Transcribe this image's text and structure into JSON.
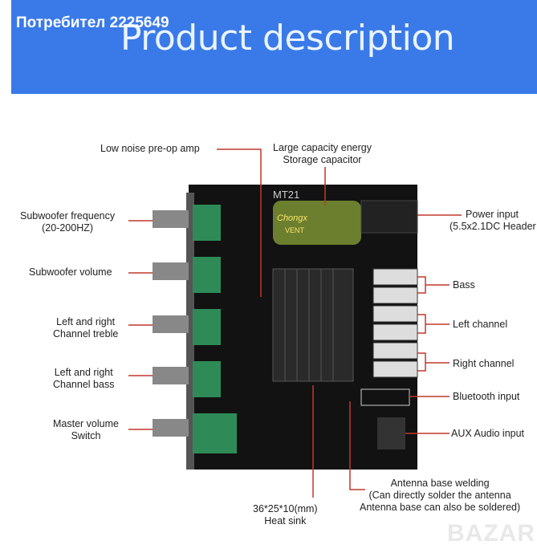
{
  "header": {
    "user": "Потребител 2225649",
    "title": "Product description"
  },
  "labels": {
    "preamp": "Low noise pre-op amp",
    "capacitor": [
      "Large capacity energy",
      "Storage capacitor"
    ],
    "power": [
      "Power input",
      "(5.5x2.1DC Header"
    ],
    "sub_freq": [
      "Subwoofer frequency",
      "(20-200HZ)"
    ],
    "sub_vol": "Subwoofer volume",
    "treble": [
      "Left and right",
      "Channel treble"
    ],
    "bass_knob": [
      "Left and right",
      "Channel bass"
    ],
    "master": [
      "Master volume",
      "Switch"
    ],
    "bass": "Bass",
    "left": "Left channel",
    "right": "Right channel",
    "bt": "Bluetooth input",
    "aux": "AUX Audio input",
    "antenna": [
      "Antenna base welding",
      "(Can directly solder the antenna",
      "Antenna base can also be soldered)"
    ],
    "heatsink": [
      "36*25*10(mm)",
      "Heat sink"
    ]
  },
  "board": {
    "model": "MT21",
    "cap_brand": "Chongx",
    "cap_sub": "VENT"
  },
  "watermark": "BAZAR",
  "colors": {
    "banner": "#3a7ae8",
    "leader": "#c0392b",
    "board": "#111111"
  }
}
